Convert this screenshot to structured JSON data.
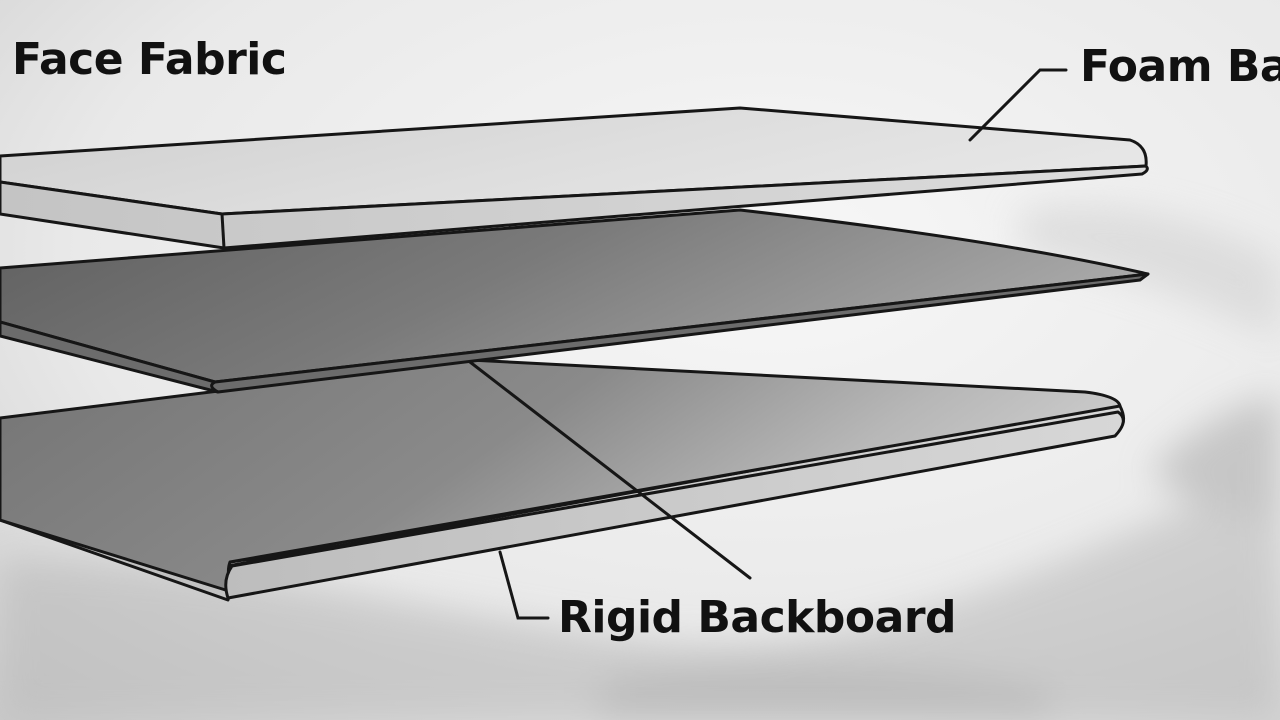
{
  "labels": {
    "face_fabric": "Face Fabric",
    "foam_backing": "Foam Ba",
    "rigid_backboard": "Rigid Backboard"
  },
  "colors": {
    "outline": "#161616",
    "background": "#efefef",
    "top_layer": "#d3d3d3",
    "middle_layer": "#7d7d7d",
    "bottom_layer": "#a3a3a3"
  }
}
